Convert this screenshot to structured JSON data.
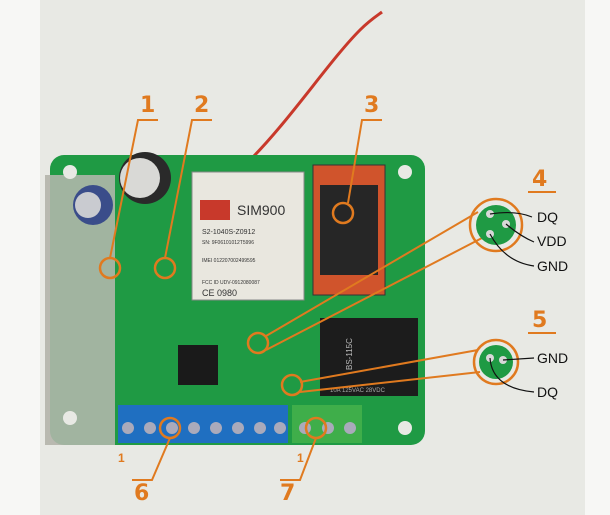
{
  "callouts": [
    "1",
    "2",
    "3",
    "4",
    "5",
    "6",
    "7"
  ],
  "module": {
    "brand": "SIM900",
    "line1": "S2-1040S-Z0912",
    "line2": "SN: 9F06101012T5996",
    "line3": "IMEI 012207002499595",
    "line4": "FCC ID UDV-0912080087",
    "ce": "CE 0980"
  },
  "sensor_top": {
    "pins": [
      "DQ",
      "VDD",
      "GND"
    ]
  },
  "sensor_bottom": {
    "pins": [
      "GND",
      "DQ"
    ]
  },
  "terminal_marks": [
    "1",
    "1"
  ],
  "relay_text": [
    "BS-115C",
    "10A 125VAC 28VDC"
  ],
  "colors": {
    "callout": "#e07a1f",
    "pcb": "#1f9a44"
  }
}
